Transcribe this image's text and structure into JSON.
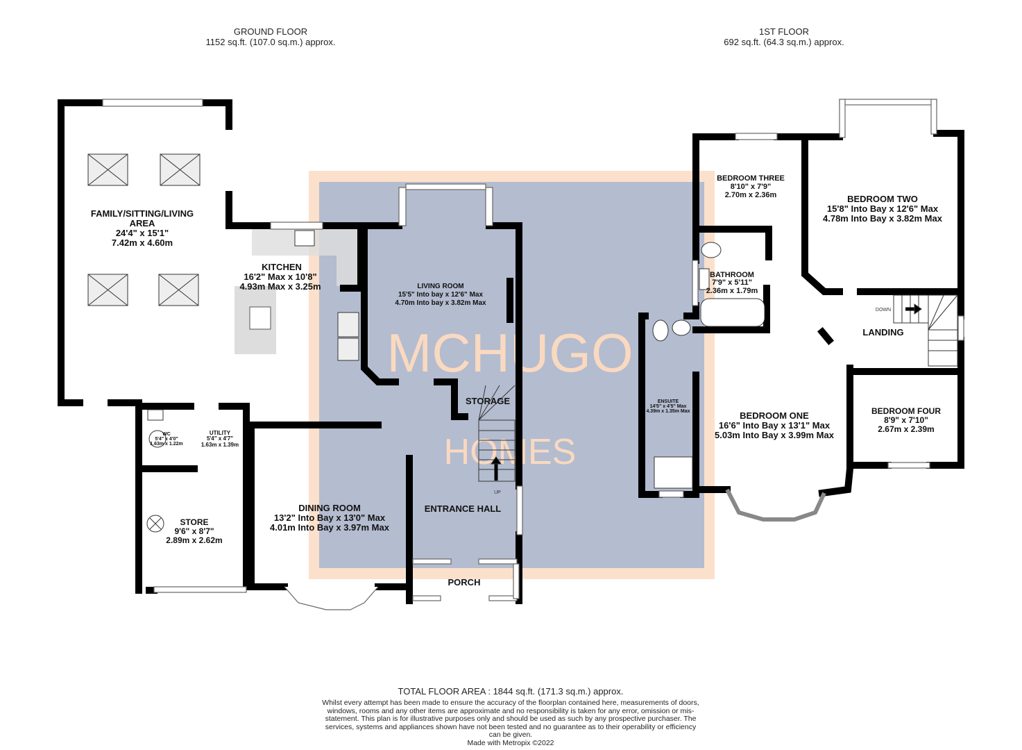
{
  "ground_floor": {
    "title": "GROUND FLOOR",
    "area": "1152 sq.ft. (107.0 sq.m.) approx."
  },
  "first_floor": {
    "title": "1ST FLOOR",
    "area": "692 sq.ft. (64.3 sq.m.) approx."
  },
  "watermark": {
    "line1": "MCHUGO",
    "line2": "HOMES",
    "color": "#f9d9c0"
  },
  "overlay_color": "#b4bccf",
  "rooms": {
    "family": {
      "name1": "FAMILY/SITTING/LIVING",
      "name2": "AREA",
      "imperial": "24'4\"  x 15'1\"",
      "metric": "7.42m  x 4.60m"
    },
    "kitchen": {
      "name": "KITCHEN",
      "imperial": "16'2\" Max x 10'8\"",
      "metric": "4.93m Max x 3.25m"
    },
    "living": {
      "name": "LIVING ROOM",
      "imperial": "15'5\" Into bay x 12'6\" Max",
      "metric": "4.70m Into bay x 3.82m Max"
    },
    "storage": {
      "name": "STORAGE"
    },
    "wc": {
      "name": "WC",
      "imperial": "5'4\"  x 4'0\"",
      "metric": "1.63m  x 1.22m"
    },
    "utility": {
      "name": "UTILITY",
      "imperial": "5'4\"  x 4'7\"",
      "metric": "1.63m  x 1.39m"
    },
    "store": {
      "name": "STORE",
      "imperial": "9'6\"  x 8'7\"",
      "metric": "2.89m  x 2.62m"
    },
    "dining": {
      "name": "DINING ROOM",
      "imperial": "13'2\" Into Bay x 13'0\" Max",
      "metric": "4.01m Into Bay x 3.97m Max"
    },
    "hall": {
      "name": "ENTRANCE HALL",
      "up": "UP"
    },
    "porch": {
      "name": "PORCH"
    },
    "bed3": {
      "name": "BEDROOM THREE",
      "imperial": "8'10\"  x 7'9\"",
      "metric": "2.70m  x 2.36m"
    },
    "bed2": {
      "name": "BEDROOM TWO",
      "imperial": "15'8\" Into Bay x 12'6\" Max",
      "metric": "4.78m Into Bay x 3.82m Max"
    },
    "bathroom": {
      "name": "BATHROOM",
      "imperial": "7'9\"  x 5'11\"",
      "metric": "2.36m  x 1.79m"
    },
    "landing": {
      "name": "LANDING",
      "down": "DOWN"
    },
    "ensuite": {
      "name": "ENSUITE",
      "imperial": "14'5\"  x 4'5\" Max",
      "metric": "4.39m  x 1.35m Max"
    },
    "bed1": {
      "name": "BEDROOM ONE",
      "imperial": "16'6\" Into Bay x 13'1\" Max",
      "metric": "5.03m Into Bay x 3.99m Max"
    },
    "bed4": {
      "name": "BEDROOM FOUR",
      "imperial": "8'9\"  x 7'10\"",
      "metric": "2.67m  x 2.39m"
    }
  },
  "footer": {
    "total": "TOTAL FLOOR AREA : 1844 sq.ft. (171.3 sq.m.) approx.",
    "disclaimer": "Whilst every attempt has been made to ensure the accuracy of the floorplan contained here, measurements of doors, windows, rooms and any other items are approximate and no responsibility is taken for any error, omission or mis-statement. This plan is for illustrative purposes only and should be used as such by any prospective purchaser. The services, systems and appliances shown have not been tested and no guarantee as to their operability or efficiency can be given.",
    "made_with": "Made with Metropix ©2022"
  }
}
